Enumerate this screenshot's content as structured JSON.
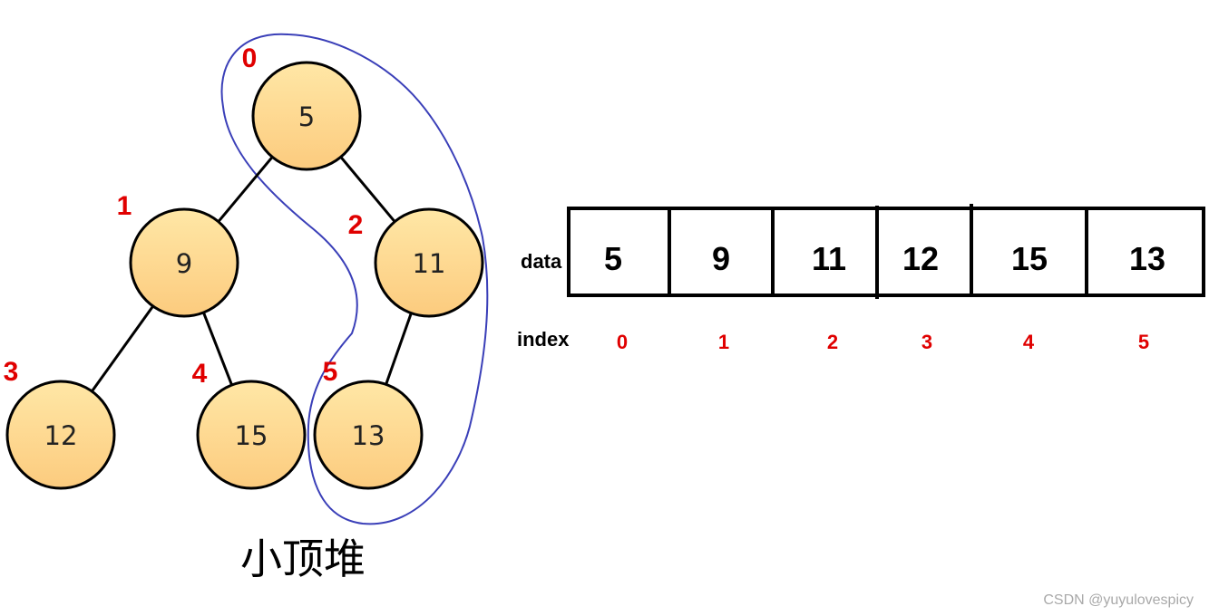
{
  "colors": {
    "node_fill_top": "#FFE7A6",
    "node_fill_bottom": "#FCCB7E",
    "index_red": "#E00000",
    "outline_blue": "#3A3FB8",
    "edge": "#000000"
  },
  "tree": {
    "nodes": [
      {
        "index_label": "0",
        "value": "5"
      },
      {
        "index_label": "1",
        "value": "9"
      },
      {
        "index_label": "2",
        "value": "11"
      },
      {
        "index_label": "3",
        "value": "12"
      },
      {
        "index_label": "4",
        "value": "15"
      },
      {
        "index_label": "5",
        "value": "13"
      }
    ],
    "edges": [
      [
        0,
        1
      ],
      [
        0,
        2
      ],
      [
        1,
        3
      ],
      [
        1,
        4
      ],
      [
        2,
        5
      ]
    ],
    "caption": "小顶堆"
  },
  "array": {
    "data_label": "data",
    "index_label": "index",
    "cells": [
      {
        "value": "5",
        "index": "0"
      },
      {
        "value": "9",
        "index": "1"
      },
      {
        "value": "11",
        "index": "2"
      },
      {
        "value": "12",
        "index": "3"
      },
      {
        "value": "15",
        "index": "4"
      },
      {
        "value": "13",
        "index": "5"
      }
    ]
  },
  "watermark": "CSDN @yuyulovespicy"
}
